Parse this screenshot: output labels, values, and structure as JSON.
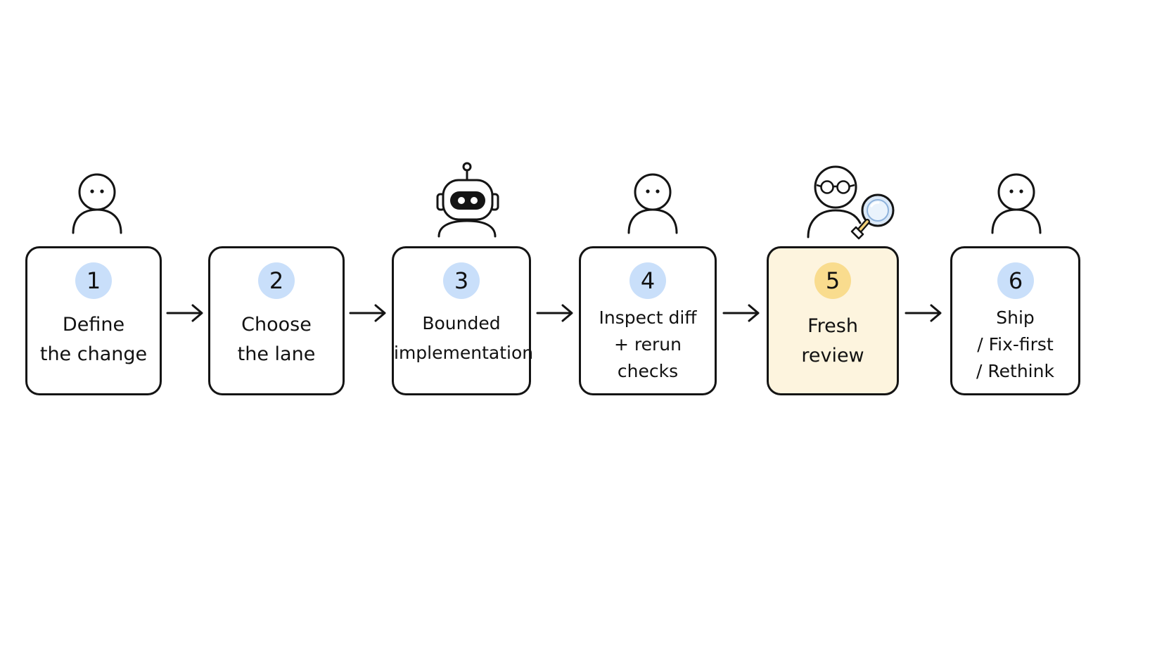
{
  "steps": [
    {
      "number": "1",
      "label": "Define\nthe change",
      "actor": "person-icon",
      "highlight": false
    },
    {
      "number": "2",
      "label": "Choose\nthe lane",
      "actor": "",
      "highlight": false
    },
    {
      "number": "3",
      "label": "Bounded\nimplementation",
      "actor": "robot-icon",
      "highlight": false
    },
    {
      "number": "4",
      "label": "Inspect diff\n+ rerun\nchecks",
      "actor": "person-icon",
      "highlight": false
    },
    {
      "number": "5",
      "label": "Fresh\nreview",
      "actor": "reviewer-with-magnifier-icon",
      "highlight": true
    },
    {
      "number": "6",
      "label": "Ship\n/ Fix-first\n/ Rethink",
      "actor": "person-icon",
      "highlight": false
    }
  ],
  "colors": {
    "badge": "#c9dffa",
    "badge_highlight": "#f9dc8e",
    "box_highlight": "#fdf4de",
    "stroke": "#141414"
  }
}
